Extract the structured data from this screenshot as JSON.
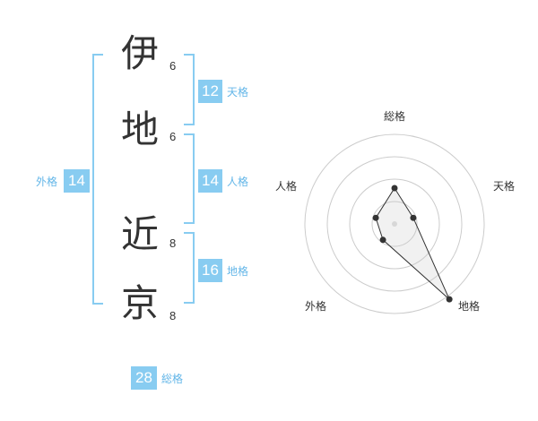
{
  "name_chars": [
    {
      "char": "伊",
      "strokes": "6"
    },
    {
      "char": "地",
      "strokes": "6"
    },
    {
      "char": "近",
      "strokes": "8"
    },
    {
      "char": "京",
      "strokes": "8"
    }
  ],
  "fortunes": {
    "ten": {
      "value": "12",
      "label": "天格"
    },
    "jin": {
      "value": "14",
      "label": "人格"
    },
    "chi": {
      "value": "16",
      "label": "地格"
    },
    "gai": {
      "value": "14",
      "label": "外格"
    },
    "total": {
      "value": "28",
      "label": "総格"
    }
  },
  "colors": {
    "accent": "#88ccf1",
    "accent_text": "#63b6e8",
    "text": "#333333",
    "grid": "#cccccc"
  },
  "chart_data": {
    "type": "radar",
    "axes": [
      "総格",
      "天格",
      "地格",
      "外格",
      "人格"
    ],
    "values": [
      2,
      1.1,
      5.2,
      1.1,
      1.1
    ],
    "max": 5,
    "rings": 4,
    "grid": true
  }
}
